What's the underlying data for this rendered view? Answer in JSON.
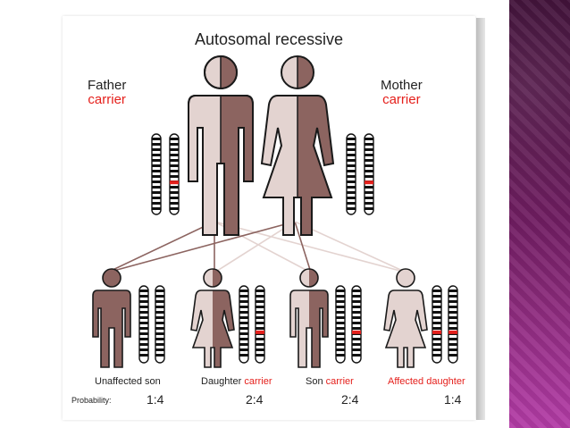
{
  "title": "Autosomal recessive",
  "parents": [
    {
      "name": "Father",
      "status": "carrier"
    },
    {
      "name": "Mother",
      "status": "carrier"
    }
  ],
  "children": [
    {
      "label": "Unaffected son",
      "status": "",
      "probability": "1:4"
    },
    {
      "label": "Daughter",
      "status": "carrier",
      "probability": "2:4"
    },
    {
      "label": "Son",
      "status": "carrier",
      "probability": "2:4"
    },
    {
      "label": "Affected daughter",
      "status": "",
      "probability": "1:4"
    }
  ],
  "probability_label": "Probability:",
  "colors": {
    "affected": "#8c6460",
    "unaffected": "#e3d3d0",
    "mutation": "#e5201c",
    "outline": "#1a1a1a",
    "accent_panel": "#8a2a7a"
  }
}
